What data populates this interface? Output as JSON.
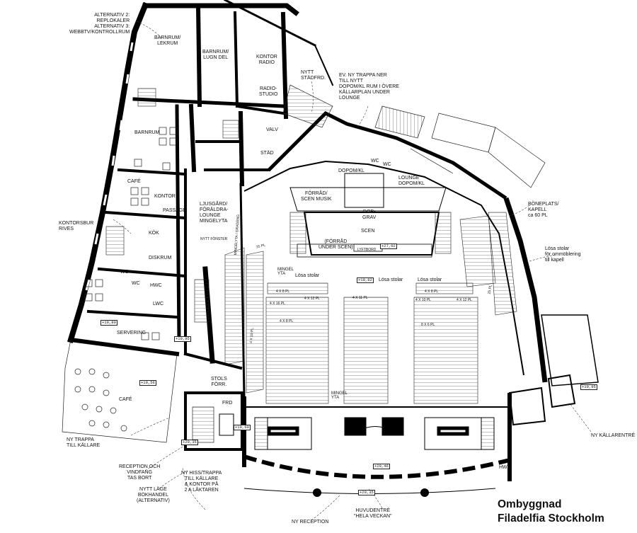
{
  "title": {
    "line1": "Ombyggnad",
    "line2": "Filadelfia Stockholm"
  },
  "labels": {
    "alternativ": "ALTERNATIV 2:\nREPLOKALER\nALTERNATIV 3:\nWEBBTV/KONTROLLRUM",
    "barnrum_lekrum": "BARNRUM/\nLEKRUM",
    "barnrum_lugn": "BARNRUM/\nLUGN DEL",
    "kontor_radio": "KONTOR\nRADIO",
    "radio_studio": "RADIO-\nSTUDIO",
    "nytt_stadf": "NYTT\nSTÄDFRD.",
    "ev_trappa": "EV. NY TRAPPA NER\nTILL NYTT\nDOPOM/KL RUM I ÖVERE\nKÄLLARPLAN UNDER\nLOUNGE",
    "barnrum": "BARNRUM",
    "valv": "VALV",
    "stad": "STÄD",
    "cafe_top": "CAFÉ",
    "kontor": "KONTOR",
    "passage": "PASSAGE",
    "dopom_left": "DOPOM/KL",
    "wc1": "WC",
    "wc2": "WC",
    "lounge": "LOUNGE\nDOPOM/KL",
    "forrad_scen": "FÖRRÅD/\nSCEN MUSIK",
    "dop_grav": "DOP-\nGRAV",
    "scen": "SCEN",
    "bonplats": "BÖNEPLATS/\nKAPELL\nca 60 PL",
    "ljusgard": "LJUSGÅRD/\nFÖRÄLDRA-\nLOUNGE\nMINGELYTA",
    "kontorsbur": "KONTORSBUR\nRIVES",
    "kok": "KÖK",
    "forrad_under": "(FÖRRÅD\nUNDER SCEN)",
    "lyftbord": "LYFTBORD",
    "losa_stolar_kapell": "Lösa stolar\nför ommöblering\ntill kapell",
    "diskrum": "DISKRUM",
    "mingel1": "MINGEL\nYTA",
    "losa_stolar1": "Lösa stolar",
    "losa_stolar2": "Lösa stolar",
    "losa_stolar3": "Lösa stolar",
    "wc3": "WC",
    "wc4": "WC",
    "hwc1": "HWC",
    "lwc": "LWC",
    "servering": "SERVERING",
    "cafe_bottom": "CAFÉ",
    "stols_forr": "STOLS\nFÖRR.",
    "frd": "FRD",
    "mingel2": "MINGEL\nYTA",
    "ny_trappa": "NY TRAPPA\nTILL KÄLLARE",
    "ny_kallarentre": "NY KÄLLARENTRÉ",
    "reception_vindfang": "RECEPTION OCH\nVINDFANG\nTAS BORT",
    "ny_hiss": "NY HISS/TRAPPA\nTILL KÄLLARE\n& KONTOR PÅ\n2 A LÅKTAREN",
    "hwc2": "HWC",
    "nytt_lage": "NYTT LÄGE\nBOKHANDEL\n(ALTERNATIV)",
    "huvudentre": "HUVUDENTRÉ\n\"HELA VECKAN\"",
    "ny_reception": "NY RECEPTION",
    "nytt_fonster": "NYTT FÖNSTER",
    "mingelyta_side": "MINGELYTA / GRADÄNG"
  },
  "levels": {
    "l1": "+27,02",
    "l2": "+19,82",
    "l3": "+19,95",
    "l4": "+19,80",
    "l5": "+19,56",
    "l6": "+19,95",
    "l7": "+19,60",
    "l8": "+20,35",
    "l9": "+20,46",
    "l10": "+20,35"
  },
  "seat_counts": {
    "s1": "25 PL",
    "s2": "4 X 8 PL",
    "s3": "4 X 16 PL",
    "s4": "4 X 12 PL",
    "s5": "4 X 11 PL",
    "s6": "4 X 8 PL",
    "s7": "4 X 10 PL",
    "s8": "4 X 12 PL",
    "s9": "4 X 10 PL",
    "s10": "4 X 8 PL",
    "s11": "25 PL",
    "s12": "8 X 6 PL"
  }
}
